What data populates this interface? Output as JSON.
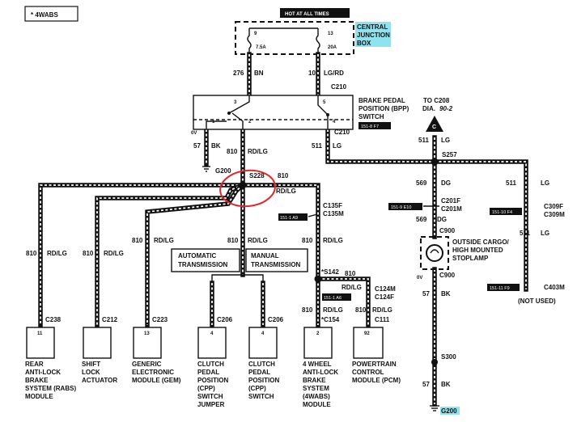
{
  "header": {
    "model_tag": "* 4WABS",
    "hot_at_all_times": "HOT AT ALL TIMES"
  },
  "junction_box": {
    "name_line1": "CENTRAL",
    "name_line2": "JUNCTION",
    "name_line3": "BOX",
    "fuse_left_number": "9",
    "fuse_left_rating": "7.5A",
    "fuse_right_number": "13",
    "fuse_right_rating": "20A"
  },
  "wires": {
    "w276_num": "276",
    "w276_color": "BN",
    "w10_num": "10",
    "w10_color": "LG/RD",
    "w57a_num": "57",
    "w57a_color": "BK",
    "w810_num": "810",
    "w810_color": "RD/LG",
    "w511_num": "511",
    "w511_color": "LG",
    "w810b_num": "810",
    "w810b_color": "RD/LG",
    "w511b_num": "511",
    "w511b_color": "LG",
    "w569_num": "569",
    "w569_color": "DG",
    "w511c_num": "511",
    "w511c_color": "LG",
    "w569b_num": "569",
    "w569b_color": "DG",
    "w511d_num": "511",
    "w511d_color": "LG",
    "w57b_num": "57",
    "w57b_color": "BK",
    "w57c_num": "57",
    "w57c_color": "BK",
    "w810_rabs_num": "810",
    "w810_rabs_color": "RD/LG",
    "w810_shift_num": "810",
    "w810_shift_color": "RD/LG",
    "w810_gem_num": "810",
    "w810_gem_color": "RD/LG",
    "w810_cpp_num": "810",
    "w810_cpp_color": "RD/LG",
    "w810_4w_num": "810",
    "w810_4w_color": "RD/LG",
    "w810_s142_num": "810",
    "w810_pcm_color": "RD/LG",
    "w810_pcm2_color": "RD/LG",
    "w810_4wb_num": "810",
    "w810_pcm3_num": "810",
    "w810_pcm3_color": "RD/LG"
  },
  "connectors": {
    "c210_top": "C210",
    "c210_bottom": "C210",
    "g200_top": "G200",
    "s228": "S228",
    "s257": "S257",
    "c201f": "C201F",
    "c201m": "C201M",
    "c309f": "C309F",
    "c309m": "C309M",
    "c135f": "C135F",
    "c135m": "C135M",
    "c900_top": "C900",
    "c900_bottom": "C900",
    "s142": "*S142",
    "c124m": "C124M",
    "c124f": "C124F",
    "c154": "*C154",
    "c111": "C111",
    "c403m": "C403M",
    "c238": "C238",
    "c212": "C212",
    "c223": "C223",
    "c206a": "C206",
    "c206b": "C206",
    "s300": "S300",
    "g200_bottom": "G200"
  },
  "refs": {
    "bpp_ref": "151-8 F7",
    "c135_ref": "151-1 A9",
    "c201_ref": "151-9 E10",
    "c309_ref": "151-10 F4",
    "c124_ref": "151-1 A6",
    "c403_ref": "151-11 F9"
  },
  "switch": {
    "name_line1": "BRAKE PEDAL",
    "name_line2": "POSITION (BPP)",
    "name_line3": "SWITCH",
    "pin1": "1",
    "pin2": "2",
    "pin3": "3",
    "pin4": "4",
    "pin5": "5",
    "ground_note": "0V"
  },
  "to_c208": {
    "line1": "TO C208",
    "line2": "DIA.",
    "line2_ref": "90-2",
    "arrow_letter": "C"
  },
  "stoplamp": {
    "line1": "OUTSIDE CARGO/",
    "line2": "HIGH MOUNTED",
    "line3": "STOPLAMP",
    "ground_note": "0V"
  },
  "not_used": "(NOT USED)",
  "transmission": {
    "auto_line1": "AUTOMATIC",
    "auto_line2": "TRANSMISSION",
    "manual_line1": "MANUAL",
    "manual_line2": "TRANSMISSION"
  },
  "modules": [
    {
      "pin": "11",
      "line1": "REAR",
      "line2": "ANTI-LOCK",
      "line3": "BRAKE",
      "line4": "SYSTEM (RABS)",
      "line5": "MODULE"
    },
    {
      "pin": "",
      "line1": "SHIFT",
      "line2": "LOCK",
      "line3": "ACTUATOR",
      "line4": "",
      "line5": ""
    },
    {
      "pin": "13",
      "line1": "GENERIC",
      "line2": "ELECTRONIC",
      "line3": "MODULE (GEM)",
      "line4": "",
      "line5": ""
    },
    {
      "pin": "4",
      "line1": "CLUTCH",
      "line2": "PEDAL",
      "line3": "POSITION",
      "line4": "(CPP)",
      "line5": "SWITCH",
      "line6": "JUMPER"
    },
    {
      "pin": "4",
      "line1": "CLUTCH",
      "line2": "PEDAL",
      "line3": "POSITION",
      "line4": "(CPP)",
      "line5": "SWITCH",
      "line6": ""
    },
    {
      "pin": "2",
      "line1": "4 WHEEL",
      "line2": "ANTI-LOCK",
      "line3": "BRAKE",
      "line4": "SYSTEM",
      "line5": "(4WABS)",
      "line6": "MODULE"
    },
    {
      "pin": "92",
      "line1": "POWERTRAIN",
      "line2": "CONTROL",
      "line3": "MODULE (PCM)",
      "line4": "",
      "line5": ""
    }
  ],
  "colors": {
    "wire": "#111111",
    "highlight_box": "#8fe3ee",
    "annotation_circle": "#e0262b"
  },
  "annotation": "red-circle-around-S228"
}
